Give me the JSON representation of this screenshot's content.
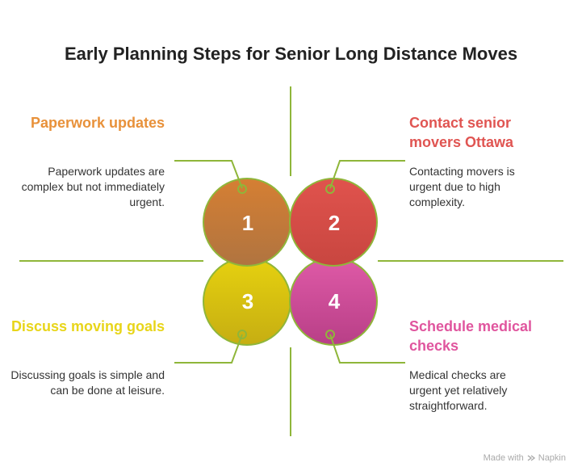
{
  "title": "Early Planning Steps for Senior Long Distance Moves",
  "colors": {
    "q1": "#c97a3a",
    "q2": "#d6504b",
    "q3": "#d9c413",
    "q4": "#cf4f9a",
    "q1_heading": "#e8913a",
    "q2_heading": "#e05552",
    "q3_heading": "#e8d51a",
    "q4_heading": "#e0559e",
    "connector": "#8fb63a"
  },
  "quadrants": [
    {
      "number": "1",
      "heading": "Paperwork updates",
      "description": "Paperwork updates are complex but not immediately urgent."
    },
    {
      "number": "2",
      "heading": "Contact senior movers Ottawa",
      "description": "Contacting movers is urgent due to high complexity."
    },
    {
      "number": "3",
      "heading": "Discuss moving goals",
      "description": "Discussing goals is simple and can be done at leisure."
    },
    {
      "number": "4",
      "heading": "Schedule medical checks",
      "description": "Medical checks are urgent yet relatively straightforward."
    }
  ],
  "footer": {
    "label": "Made with",
    "brand": "Napkin",
    "icon": "napkin-logo-icon"
  }
}
